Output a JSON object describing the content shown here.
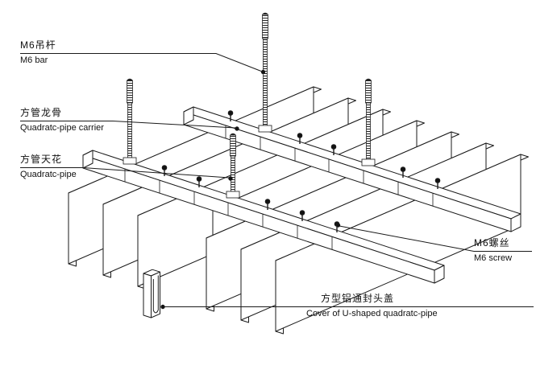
{
  "page": {
    "background": "#ffffff",
    "ink_color": "#1a1a1a"
  },
  "labels": {
    "m6_bar": {
      "zh": "M6吊杆",
      "en": "M6 bar"
    },
    "carrier": {
      "zh": "方管龙骨",
      "en": "Quadratc-pipe carrier"
    },
    "pipe": {
      "zh": "方管天花",
      "en": "Quadratc-pipe"
    },
    "m6_screw": {
      "zh": "M6螺丝",
      "en": "M6 screw"
    },
    "cover": {
      "zh": "方型铝通封头盖",
      "en": "Cover of U-shaped  quadratc-pipe"
    }
  },
  "diagram": {
    "type": "axonometric ceiling assembly",
    "baffle_slat_count": 7,
    "carrier_count": 2,
    "hanger_rod_count": 4
  }
}
